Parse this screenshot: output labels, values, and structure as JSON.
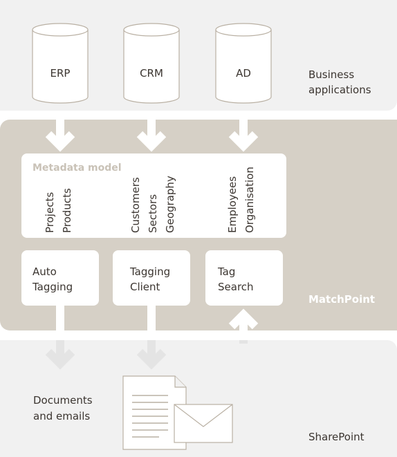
{
  "business_applications": {
    "databases": [
      {
        "label": "ERP",
        "icon": "database-icon"
      },
      {
        "label": "CRM",
        "icon": "database-icon"
      },
      {
        "label": "AD",
        "icon": "database-icon"
      }
    ],
    "label_line1": "Business",
    "label_line2": "applications"
  },
  "matchpoint": {
    "label": "MatchPoint",
    "metadata_model": {
      "title": "Metadata model",
      "groups": [
        [
          "Projects",
          "Products"
        ],
        [
          "Customers",
          "Sectors",
          "Geography"
        ],
        [
          "Employees",
          "Organisation"
        ]
      ]
    },
    "tools": [
      {
        "line1": "Auto",
        "line2": "Tagging"
      },
      {
        "line1": "Tagging",
        "line2": "Client"
      },
      {
        "line1": "Tag",
        "line2": "Search"
      }
    ]
  },
  "sharepoint": {
    "label": "SharePoint",
    "documents_line1": "Documents",
    "documents_line2": "and emails",
    "icons": [
      "document-icon",
      "envelope-icon"
    ]
  },
  "colors": {
    "outer_band": "#f1f1f1",
    "matchpoint_band": "#d6d0c6",
    "arrow": "#ffffff",
    "arrow_faded": "#e4e4e4",
    "text": "#3b3530",
    "meta_title": "#c9c2b7"
  }
}
